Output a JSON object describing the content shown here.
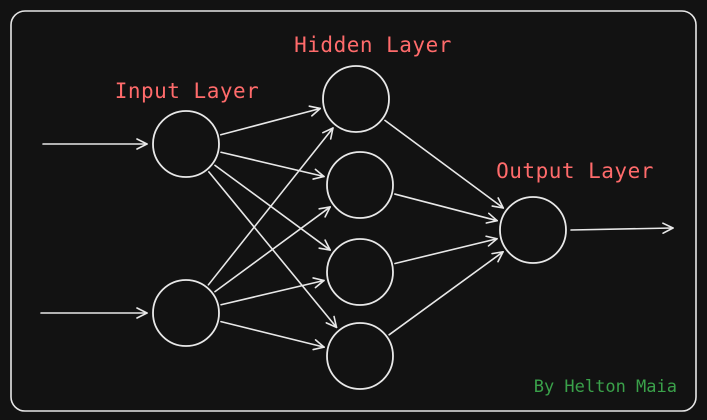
{
  "labels": {
    "input_layer": "Input Layer",
    "hidden_layer": "Hidden Layer",
    "output_layer": "Output Layer"
  },
  "credit": "By Helton Maia",
  "colors": {
    "background": "#121212",
    "frame": "#e6e6e6",
    "stroke": "#e8e8e8",
    "label": "#ff6b6b",
    "credit": "#3aa14a"
  },
  "network": {
    "inputs": 2,
    "hidden": 4,
    "outputs": 1
  }
}
